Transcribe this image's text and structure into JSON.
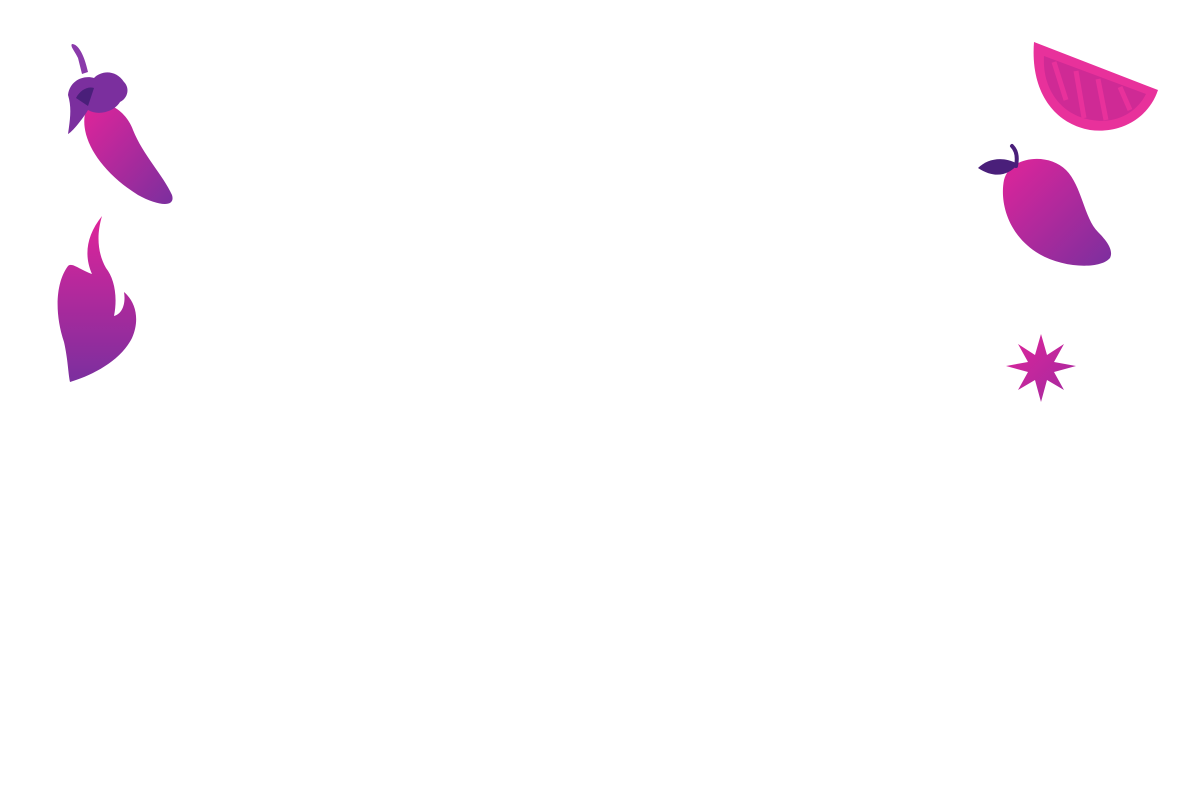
{
  "page": {
    "background": "#ffffff"
  },
  "palette": {
    "pink": "#e0249a",
    "magenta": "#c02aa8",
    "purple": "#7b2f9e",
    "deep_purple": "#4a1f7a",
    "lime_rind": "#e8319b",
    "lime_flesh": "#cf2a95"
  },
  "illustrations": [
    {
      "name": "chili-pepper-icon",
      "position": "top-left"
    },
    {
      "name": "flame-icon",
      "position": "left"
    },
    {
      "name": "lime-slice-icon",
      "position": "top-right"
    },
    {
      "name": "mango-icon",
      "position": "right"
    },
    {
      "name": "starburst-icon",
      "position": "right"
    }
  ]
}
